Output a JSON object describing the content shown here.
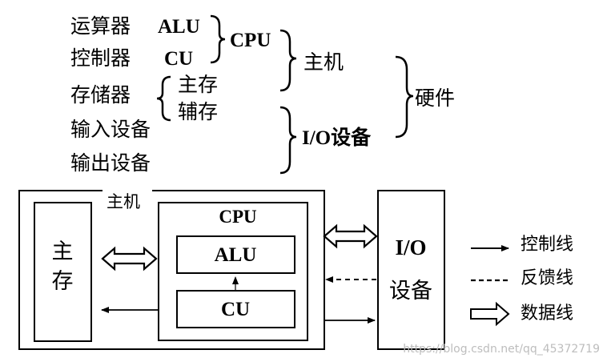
{
  "tree": {
    "alu_cn": "运算器",
    "alu_en": "ALU",
    "cu_cn": "控制器",
    "cu_en": "CU",
    "cpu": "CPU",
    "storage": "存储器",
    "main_memory": "主存",
    "aux_memory": "辅存",
    "input_device": "输入设备",
    "output_device": "输出设备",
    "host": "主机",
    "io_device": "I/O设备",
    "hardware": "硬件"
  },
  "block": {
    "host_label": "主机",
    "main_memory_line1": "主",
    "main_memory_line2": "存",
    "cpu_label": "CPU",
    "alu_label": "ALU",
    "cu_label": "CU",
    "io_line1": "I/O",
    "io_line2": "设备"
  },
  "legend": {
    "control_line": "控制线",
    "feedback_line": "反馈线",
    "data_line": "数据线"
  },
  "watermark": "https://blog.csdn.net/qq_45372719"
}
